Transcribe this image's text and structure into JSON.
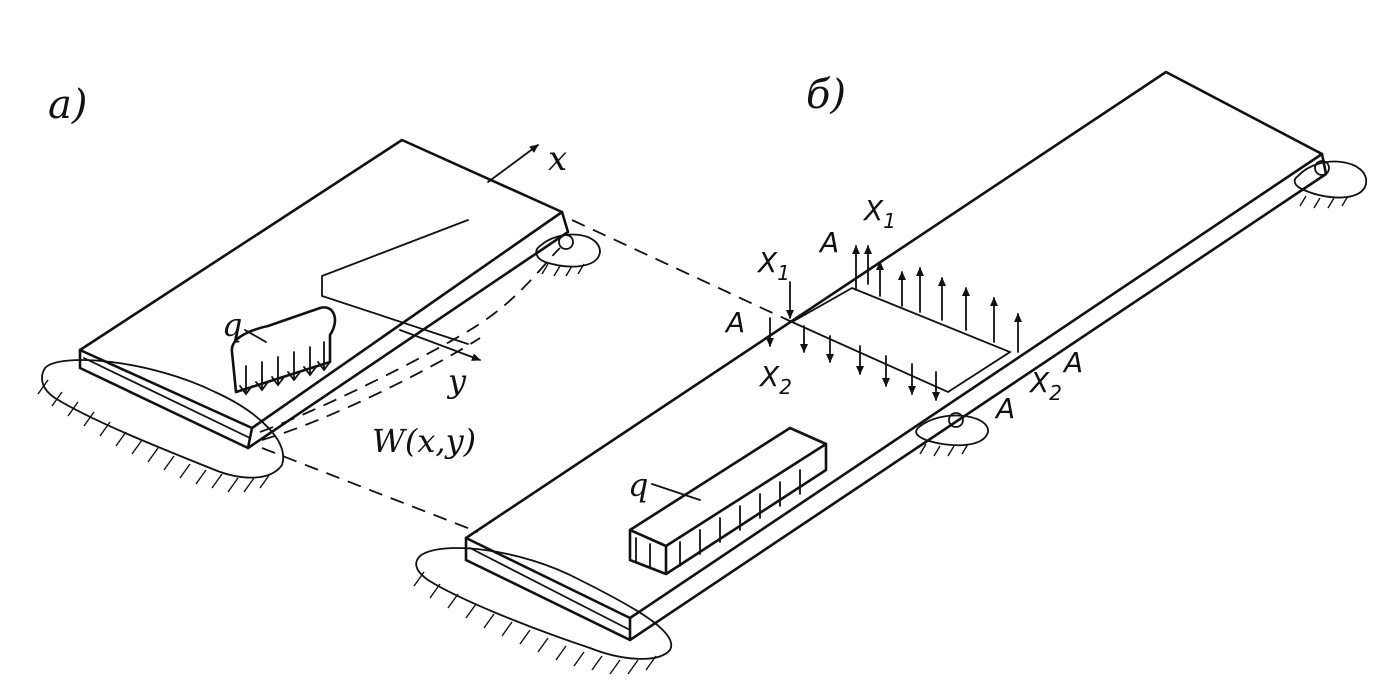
{
  "panel_labels": {
    "a": "a)",
    "b": "б)"
  },
  "left_diagram": {
    "axis_x": "x",
    "axis_y": "y",
    "load": "q",
    "deflection": "W(x,y)"
  },
  "right_diagram": {
    "load": "q",
    "section_label": "A",
    "force_1": "X",
    "force_1_sub": "1",
    "force_2": "X",
    "force_2_sub": "2"
  }
}
